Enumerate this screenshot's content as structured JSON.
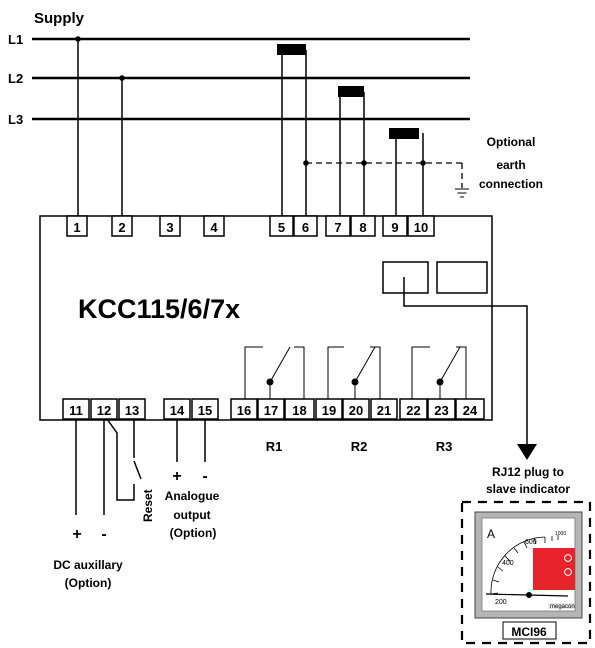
{
  "supply": {
    "title": "Supply",
    "lines": [
      "L1",
      "L2",
      "L3"
    ]
  },
  "earth": {
    "label_line1": "Optional",
    "label_line2": "earth",
    "label_line3": "connection"
  },
  "device": {
    "model": "KCC115/6/7x",
    "top_terminals": [
      "1",
      "2",
      "3",
      "4",
      "5",
      "6",
      "7",
      "8",
      "9",
      "10"
    ],
    "bottom_terminals": [
      "11",
      "12",
      "13",
      "14",
      "15",
      "16",
      "17",
      "18",
      "19",
      "20",
      "21",
      "22",
      "23",
      "24"
    ]
  },
  "relays": [
    "R1",
    "R2",
    "R3"
  ],
  "reset_label": "Reset",
  "dc_aux": {
    "plus": "+",
    "minus": "-",
    "line1": "DC auxillary",
    "line2": "(Option)"
  },
  "analogue": {
    "plus": "+",
    "minus": "-",
    "line1": "Analogue",
    "line2": "output",
    "line3": "(Option)"
  },
  "rj12": {
    "line1": "RJ12 plug to",
    "line2": "slave indicator"
  },
  "meter": {
    "name": "MCI96",
    "unit": "A",
    "scale": [
      "200",
      "400",
      "600",
      "1000"
    ],
    "brand": "megacon"
  },
  "colors": {
    "line": "#000000",
    "meter_panel": "#e8232b",
    "meter_face": "#ffffff",
    "meter_bezel": "#9a9a9a"
  }
}
